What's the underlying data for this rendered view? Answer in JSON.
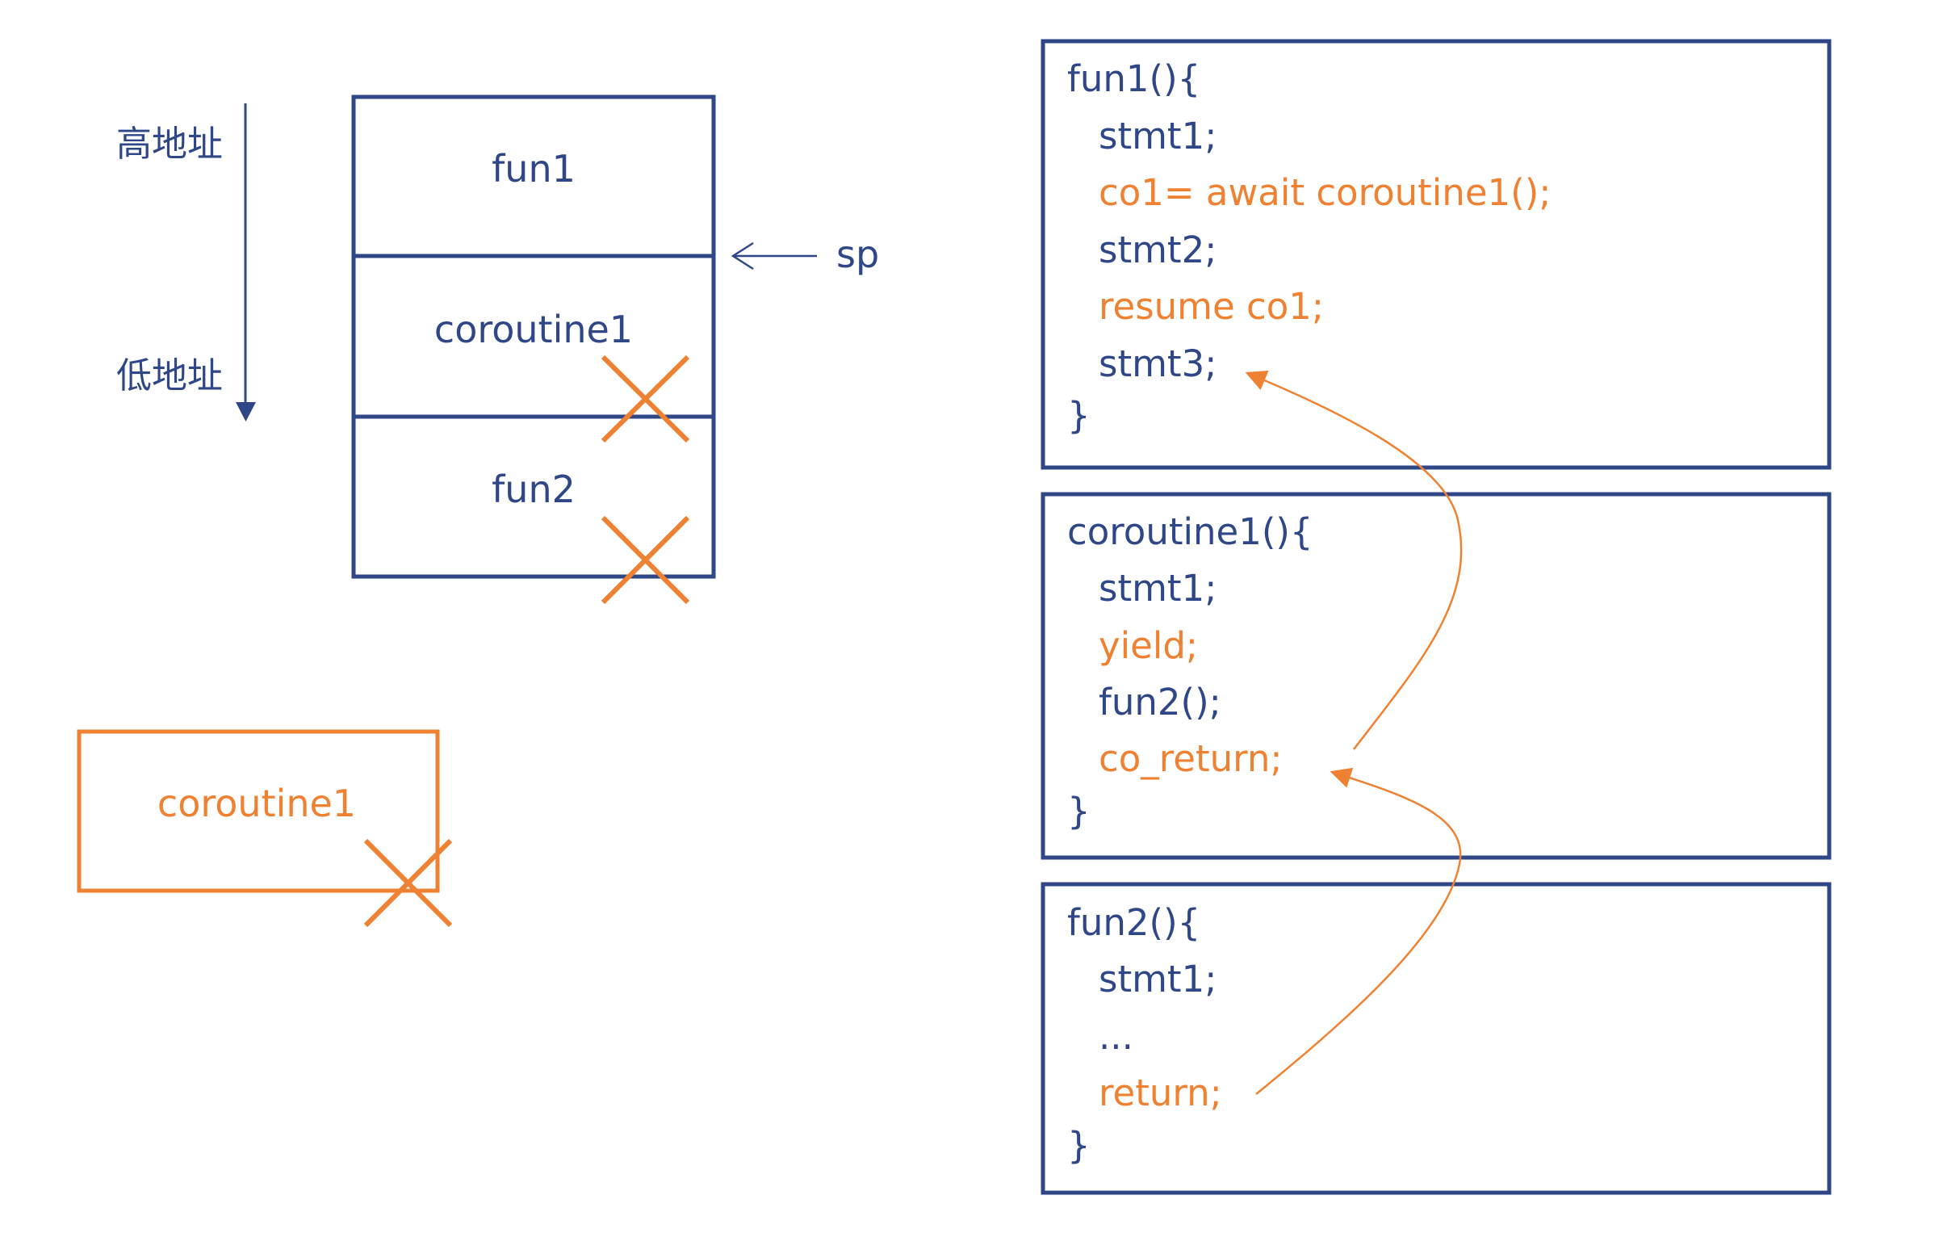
{
  "colors": {
    "primary": "#2f4786",
    "accent": "#ee8132",
    "background": "#ffffff"
  },
  "address_axis": {
    "high_label": "高地址",
    "low_label": "低地址",
    "direction_icon": "arrow-down-icon"
  },
  "stack": {
    "frames": [
      {
        "label": "fun1",
        "destroyed": false
      },
      {
        "label": "coroutine1",
        "destroyed": true
      },
      {
        "label": "fun2",
        "destroyed": true
      }
    ],
    "pointer_label": "sp",
    "pointer_icon": "arrow-left-icon",
    "destroyed_icon": "cross-icon"
  },
  "heap_frame": {
    "label": "coroutine1",
    "destroyed": true
  },
  "code_blocks": [
    {
      "name": "fun1",
      "lines": [
        {
          "text": "fun1(){",
          "highlight": false
        },
        {
          "text": "stmt1;",
          "highlight": false
        },
        {
          "text": "co1= await coroutine1();",
          "highlight": true
        },
        {
          "text": "stmt2;",
          "highlight": false
        },
        {
          "text": "resume co1;",
          "highlight": true
        },
        {
          "text": "stmt3;",
          "highlight": false
        },
        {
          "text": "}",
          "highlight": false
        }
      ]
    },
    {
      "name": "coroutine1",
      "lines": [
        {
          "text": "coroutine1(){",
          "highlight": false
        },
        {
          "text": "stmt1;",
          "highlight": false
        },
        {
          "text": "yield;",
          "highlight": true
        },
        {
          "text": "fun2();",
          "highlight": false
        },
        {
          "text": "co_return;",
          "highlight": true
        },
        {
          "text": "}",
          "highlight": false
        }
      ]
    },
    {
      "name": "fun2",
      "lines": [
        {
          "text": "fun2(){",
          "highlight": false
        },
        {
          "text": "stmt1;",
          "highlight": false
        },
        {
          "text": "...",
          "highlight": false
        },
        {
          "text": "return;",
          "highlight": true
        },
        {
          "text": "}",
          "highlight": false
        }
      ]
    }
  ],
  "flow_arrows": [
    {
      "from": "coroutine1.co_return",
      "to": "fun1.stmt3"
    },
    {
      "from": "fun2.return",
      "to": "coroutine1.co_return"
    }
  ]
}
